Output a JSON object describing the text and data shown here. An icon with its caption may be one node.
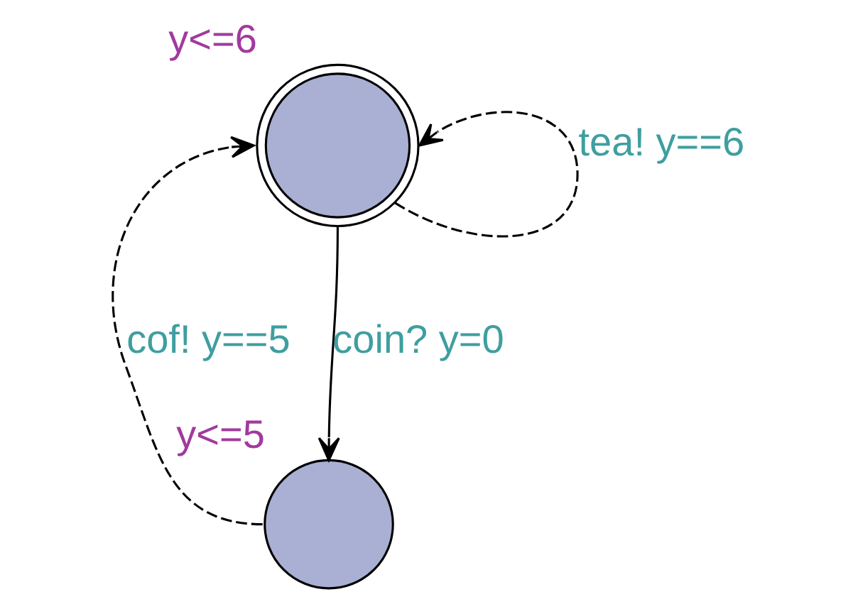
{
  "diagram": {
    "nodes": [
      {
        "text": [],
        "shape": "circle",
        "beside": [
          "y<=6"
        ]
      },
      {
        "text": [],
        "shape": "circle",
        "beside": [
          "y<=5"
        ]
      }
    ],
    "edges": [
      {
        "from": 0,
        "to": 1,
        "arrow": "to",
        "label": "coin? y=0"
      },
      {
        "from": 1,
        "to": 0,
        "arrow": "to",
        "label": "cof! y==5",
        "style": "dashed"
      },
      {
        "from": 0,
        "to": 0,
        "arrow": "to",
        "label": "tea! y==6",
        "style": "dashed"
      }
    ]
  }
}
